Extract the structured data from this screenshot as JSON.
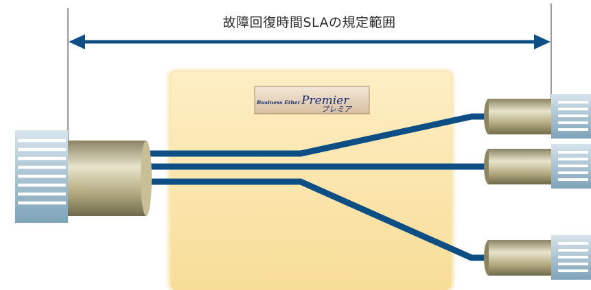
{
  "diagram": {
    "title": "故障回復時間SLAの規定範囲",
    "logo": {
      "line1": "Business Ether",
      "line2": "Premier",
      "line3": "プレミア"
    },
    "colors": {
      "arrow": "#0e4f86",
      "line": "#0d4e85",
      "box_fill": "#fbe7b4",
      "connector": "#b8ad80",
      "device": "#a9c5d4"
    }
  }
}
